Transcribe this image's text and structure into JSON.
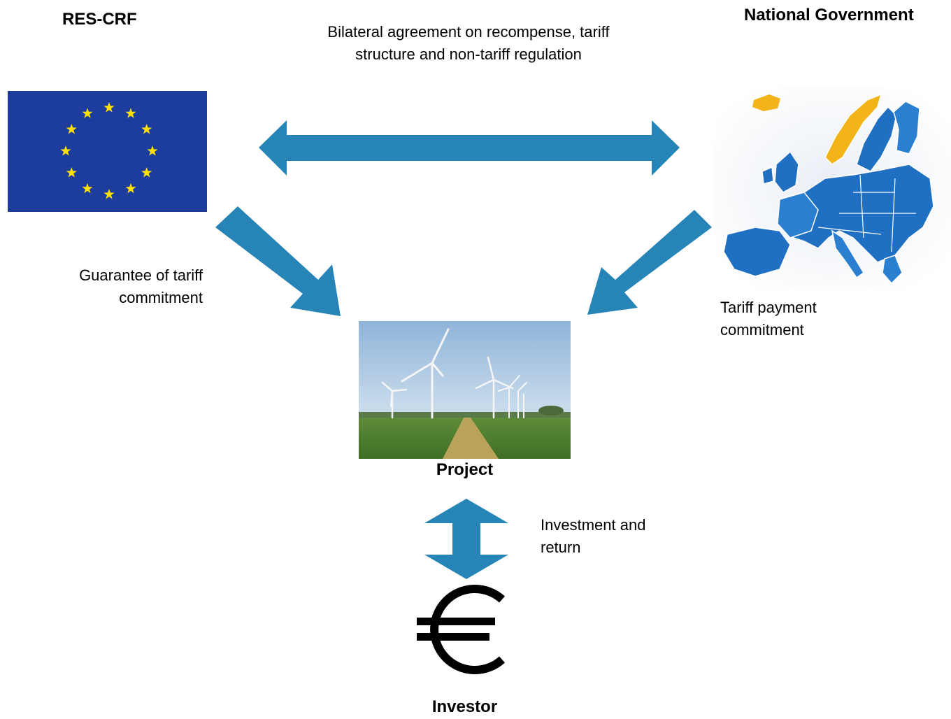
{
  "labels": {
    "res_crf": "RES-CRF",
    "national_government": "National Government",
    "project": "Project",
    "investor": "Investor"
  },
  "captions": {
    "bilateral_line1": "Bilateral agreement on recompense, tariff",
    "bilateral_line2": "structure and non-tariff regulation",
    "guarantee_line1": "Guarantee of tariff",
    "guarantee_line2": "commitment",
    "tariff_payment_line1": "Tariff payment",
    "tariff_payment_line2": "commitment",
    "investment_line1": "Investment and",
    "investment_line2": "return"
  },
  "icons": {
    "eu_flag": "eu-flag",
    "europe_map": "europe-map",
    "wind_turbines": "wind-farm-photo",
    "euro": "euro-sign"
  },
  "colors": {
    "arrow": "#2684B6",
    "flag_blue": "#1D3D9E",
    "flag_star": "#FFE000",
    "map_blue": "#1F6FC2",
    "map_highlight": "#F2B418"
  }
}
